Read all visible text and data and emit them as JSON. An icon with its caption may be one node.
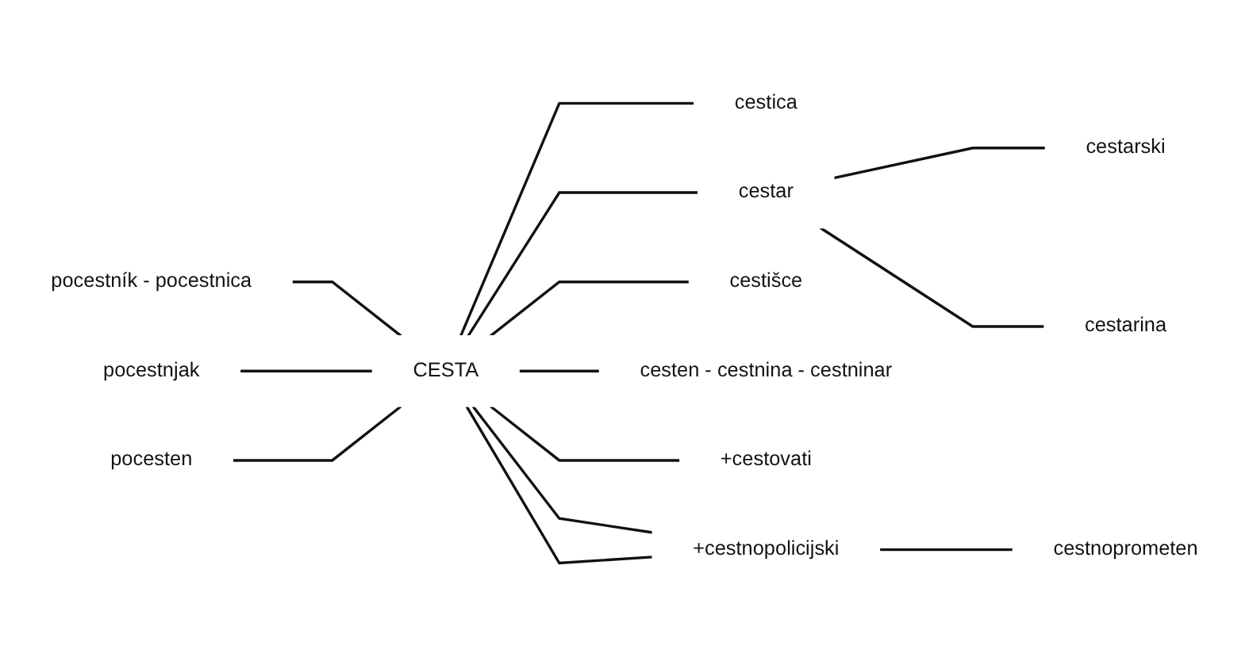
{
  "diagram": {
    "nodes": [
      {
        "text": [
          "CESTA"
        ]
      },
      {
        "text": [
          "pocestník - pocestnica"
        ]
      },
      {
        "text": [
          "pocestnjak"
        ]
      },
      {
        "text": [
          "pocesten"
        ]
      },
      {
        "text": [
          "cestica"
        ]
      },
      {
        "text": [
          "cestar"
        ]
      },
      {
        "text": [
          "cestarski"
        ]
      },
      {
        "text": [
          "cestarina"
        ]
      },
      {
        "text": [
          "cestišce"
        ]
      },
      {
        "text": [
          "cesten - cestnina - cestninar"
        ]
      },
      {
        "text": [
          "+cestovati"
        ]
      },
      {
        "text": [
          "+cestnopolicijski"
        ]
      },
      {
        "text": [
          "cestnoprometen"
        ]
      }
    ],
    "edges": [
      {
        "from": 1,
        "to": 0,
        "arrow": "none"
      },
      {
        "from": 2,
        "to": 0,
        "arrow": "none"
      },
      {
        "from": 3,
        "to": 0,
        "arrow": "none"
      },
      {
        "from": 0,
        "to": 4,
        "arrow": "none"
      },
      {
        "from": 0,
        "to": 5,
        "arrow": "none"
      },
      {
        "from": 5,
        "to": 6,
        "arrow": "none"
      },
      {
        "from": 5,
        "to": 7,
        "arrow": "none"
      },
      {
        "from": 0,
        "to": 8,
        "arrow": "none"
      },
      {
        "from": 0,
        "to": 9,
        "arrow": "none"
      },
      {
        "from": 0,
        "to": 10,
        "arrow": "none"
      },
      {
        "from": 0,
        "to": 11,
        "arrow": "none"
      },
      {
        "from": 0,
        "to": 11,
        "arrow": "none"
      },
      {
        "from": 11,
        "to": 12,
        "arrow": "none"
      }
    ]
  }
}
